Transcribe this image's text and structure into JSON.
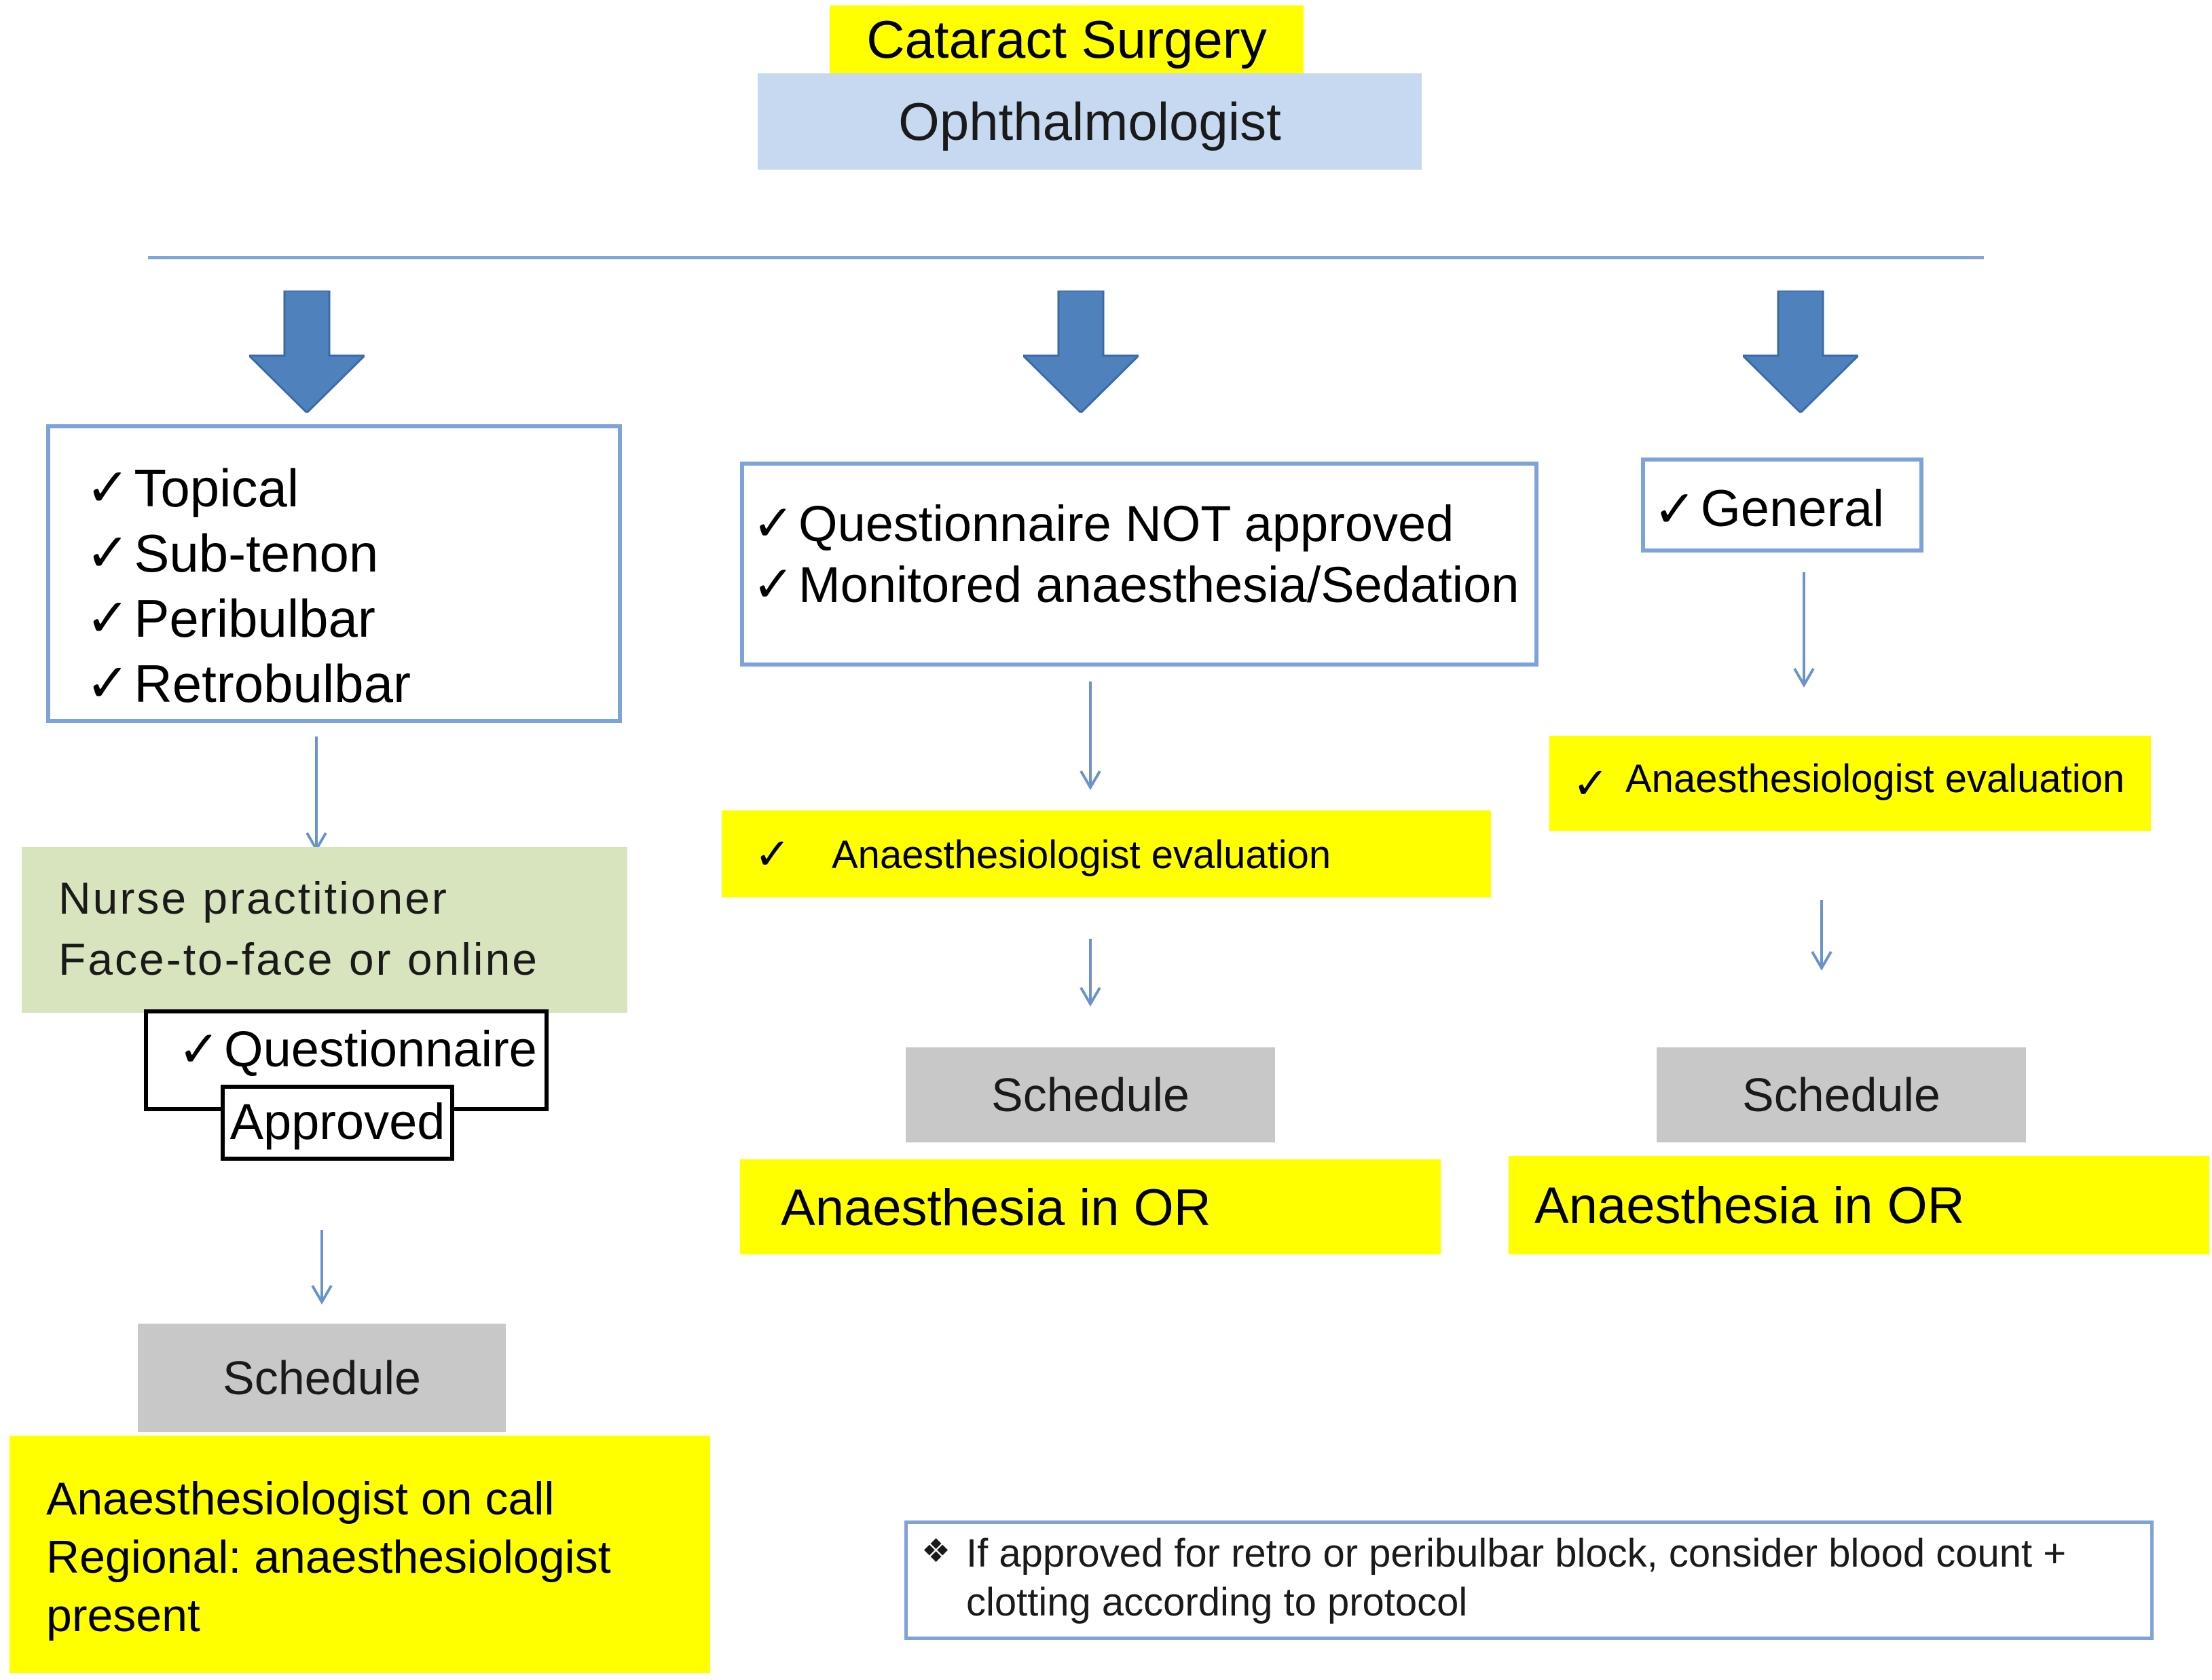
{
  "header": {
    "title": "Cataract Surgery",
    "role": "Ophthalmologist"
  },
  "colors": {
    "title_bg": "#ffff00",
    "role_bg": "#c6d9f1",
    "divider": "#7fa6d6",
    "big_arrow": "#4f81bd",
    "box_border": "#7ea3d8",
    "nurse_bg": "#d7e4bd",
    "schedule_bg": "#c8c8c8",
    "highlight": "#ffff00"
  },
  "check_glyph": "✓",
  "left": {
    "options": [
      "Topical",
      "Sub-tenon",
      "Peribulbar",
      "Retrobulbar"
    ],
    "nurse_lines": [
      "Nurse practitioner",
      "Face-to-face or online"
    ],
    "questionnaire": "Questionnaire",
    "approved": "Approved",
    "schedule": "Schedule",
    "on_call_lines": [
      "Anaesthesiologist on call",
      "Regional: anaesthesiologist",
      "present"
    ]
  },
  "middle": {
    "options": [
      "Questionnaire NOT approved",
      "Monitored anaesthesia/Sedation"
    ],
    "evaluation": "Anaesthesiologist evaluation",
    "schedule": "Schedule",
    "or_label": "Anaesthesia in OR"
  },
  "right": {
    "options": [
      "General"
    ],
    "evaluation": "Anaesthesiologist evaluation",
    "schedule": "Schedule",
    "or_label": "Anaesthesia in OR"
  },
  "note": {
    "bullet": "❖",
    "lines": [
      "If approved for retro or peribulbar block, consider blood count +",
      "clotting according to protocol"
    ]
  }
}
